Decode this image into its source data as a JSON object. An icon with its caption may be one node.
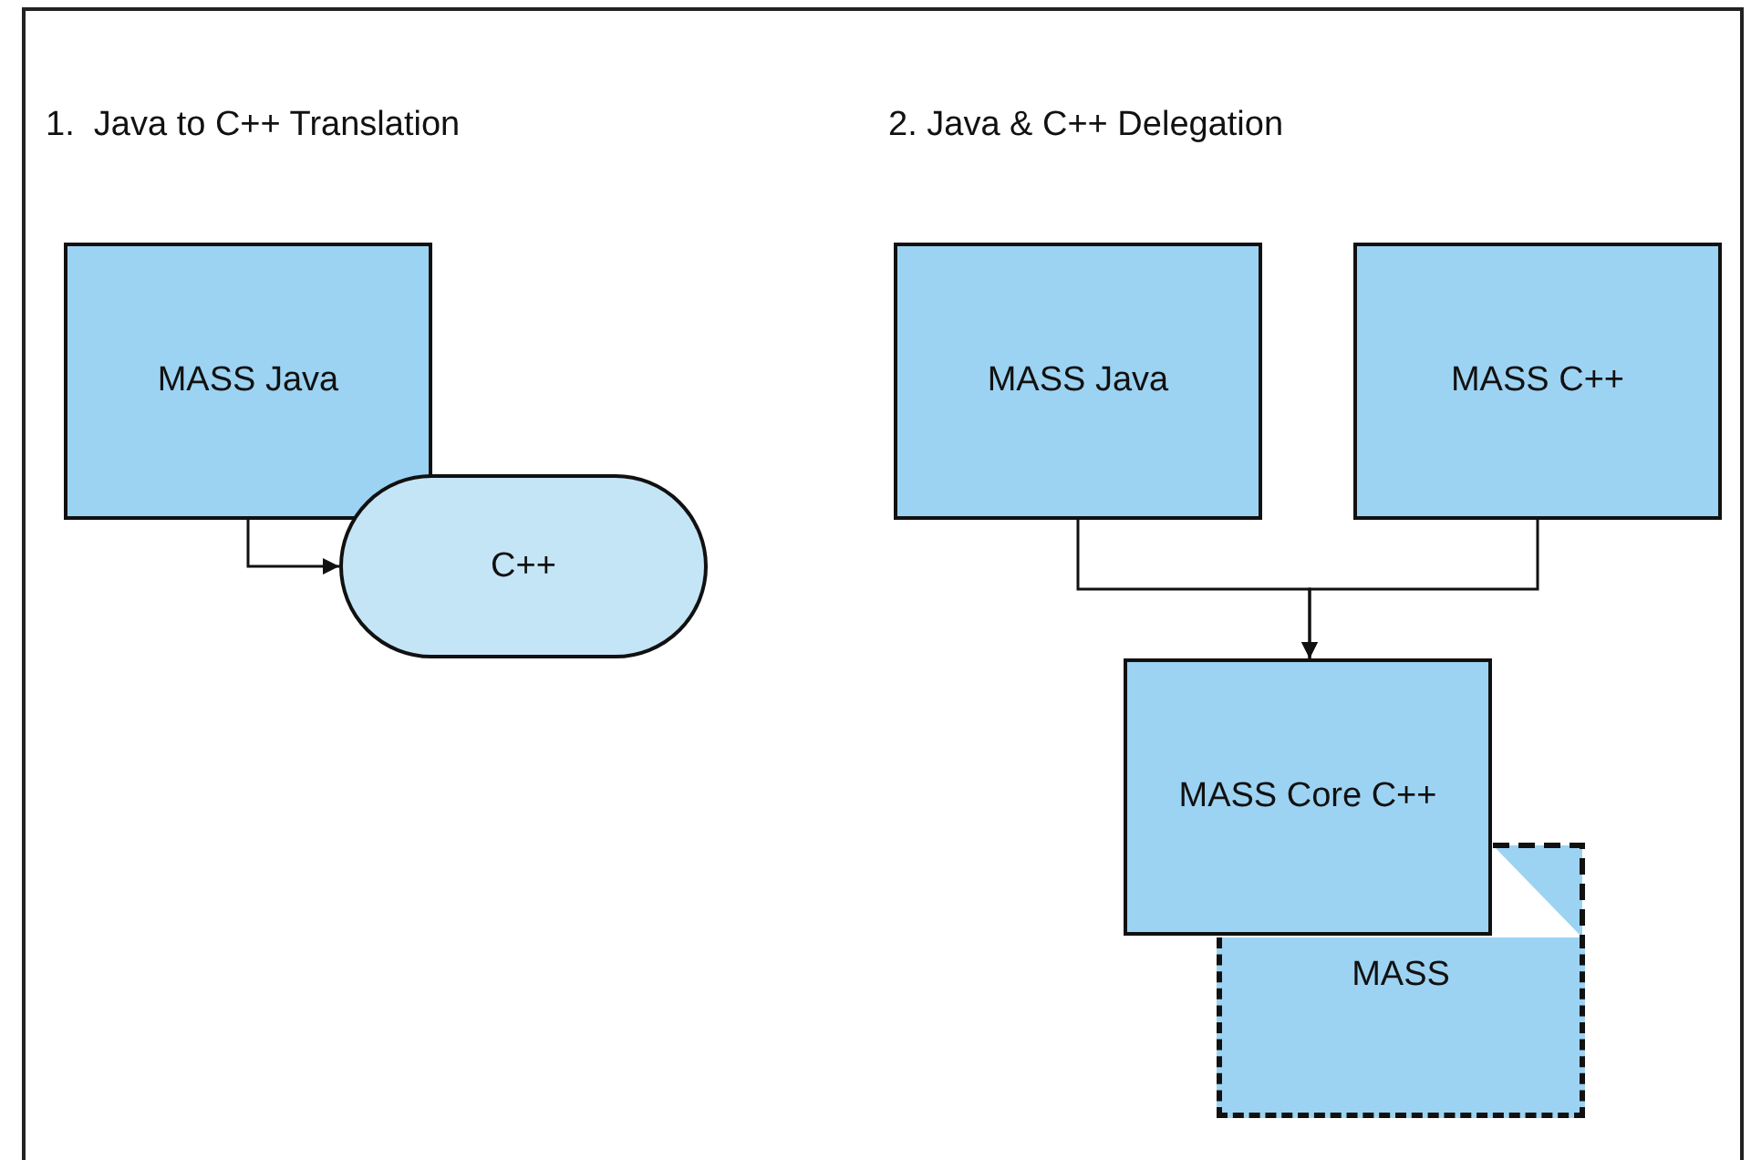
{
  "diagram": {
    "nodes": [
      {
        "text": [
          "MASS Java"
        ]
      },
      {
        "text": [
          "C++"
        ]
      },
      {
        "text": [
          "MASS Java"
        ]
      },
      {
        "text": [
          "MASS C++"
        ]
      },
      {
        "text": [
          "MASS Core C++"
        ]
      },
      {
        "text": [
          "MASS"
        ]
      }
    ],
    "edges": [
      {
        "from": 0,
        "to": 1,
        "arrow": "to"
      },
      {
        "from": 2,
        "to": 4,
        "arrow": "to"
      },
      {
        "from": 3,
        "to": 4,
        "arrow": "to"
      }
    ],
    "labels": [
      "1.  Java to C++ Translation",
      "2. Java & C++ Delegation"
    ]
  }
}
